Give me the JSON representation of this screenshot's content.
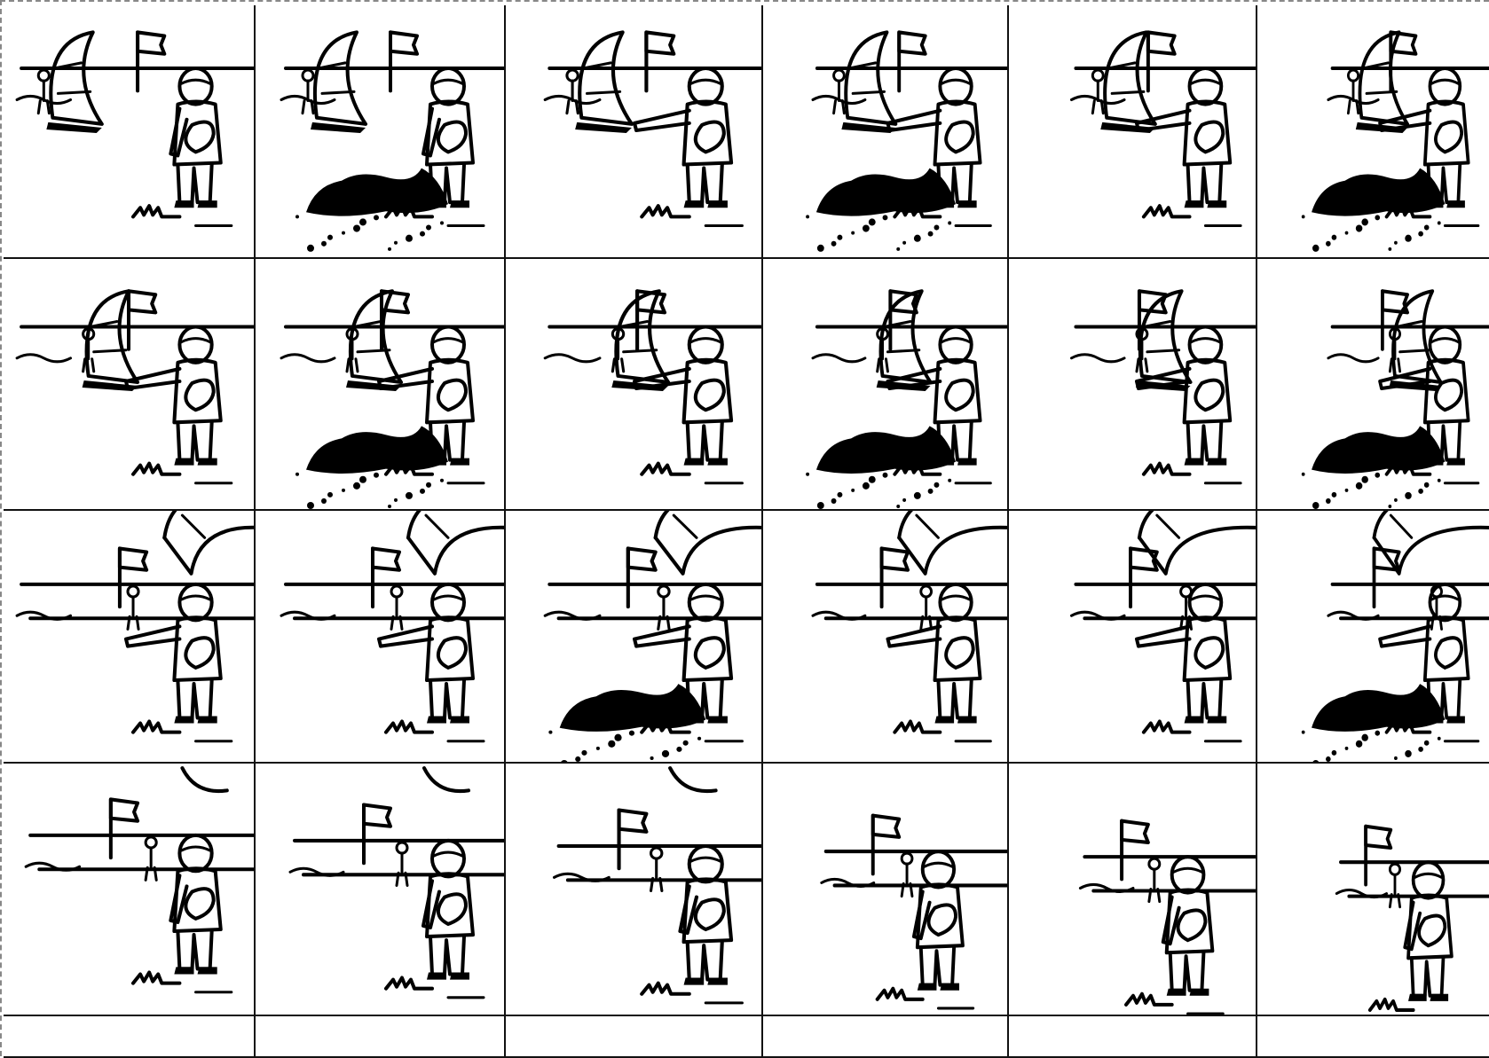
{
  "canvas": {
    "background": "#ffffff",
    "ink": "#000000",
    "border": "#888888"
  },
  "storyboard": {
    "rows": 5,
    "cols": 6,
    "frames": [
      {
        "row": 0,
        "col": 0,
        "kite": "sail",
        "flag": true,
        "bush": false,
        "arm": "down"
      },
      {
        "row": 0,
        "col": 1,
        "kite": "sail",
        "flag": true,
        "bush": true,
        "arm": "down"
      },
      {
        "row": 0,
        "col": 2,
        "kite": "sail",
        "flag": true,
        "bush": false,
        "arm": "out"
      },
      {
        "row": 0,
        "col": 3,
        "kite": "sail",
        "flag": true,
        "bush": true,
        "arm": "out"
      },
      {
        "row": 0,
        "col": 4,
        "kite": "sail",
        "flag": true,
        "bush": false,
        "arm": "out"
      },
      {
        "row": 0,
        "col": 5,
        "kite": "sail",
        "flag": true,
        "bush": true,
        "arm": "out"
      },
      {
        "row": 1,
        "col": 0,
        "kite": "sail",
        "flag": true,
        "bush": false,
        "arm": "out"
      },
      {
        "row": 1,
        "col": 1,
        "kite": "sail",
        "flag": true,
        "bush": true,
        "arm": "out"
      },
      {
        "row": 1,
        "col": 2,
        "kite": "sail",
        "flag": true,
        "bush": false,
        "arm": "out"
      },
      {
        "row": 1,
        "col": 3,
        "kite": "sail",
        "flag": true,
        "bush": true,
        "arm": "out"
      },
      {
        "row": 1,
        "col": 4,
        "kite": "sail",
        "flag": true,
        "bush": false,
        "arm": "out"
      },
      {
        "row": 1,
        "col": 5,
        "kite": "sail",
        "flag": true,
        "bush": true,
        "arm": "out"
      },
      {
        "row": 2,
        "col": 0,
        "kite": "arc",
        "flag": true,
        "bush": false,
        "arm": "out"
      },
      {
        "row": 2,
        "col": 1,
        "kite": "arc",
        "flag": true,
        "bush": false,
        "arm": "out"
      },
      {
        "row": 2,
        "col": 2,
        "kite": "arc",
        "flag": true,
        "bush": true,
        "arm": "out"
      },
      {
        "row": 2,
        "col": 3,
        "kite": "arc",
        "flag": true,
        "bush": false,
        "arm": "out"
      },
      {
        "row": 2,
        "col": 4,
        "kite": "arc",
        "flag": true,
        "bush": false,
        "arm": "out"
      },
      {
        "row": 2,
        "col": 5,
        "kite": "arc",
        "flag": true,
        "bush": true,
        "arm": "out"
      },
      {
        "row": 3,
        "col": 0,
        "kite": "small",
        "flag": true,
        "bush": false,
        "arm": "down"
      },
      {
        "row": 3,
        "col": 1,
        "kite": "small",
        "flag": true,
        "bush": false,
        "arm": "down"
      },
      {
        "row": 3,
        "col": 2,
        "kite": "small",
        "flag": true,
        "bush": false,
        "arm": "down"
      },
      {
        "row": 3,
        "col": 3,
        "kite": "none",
        "flag": true,
        "bush": false,
        "arm": "down"
      },
      {
        "row": 3,
        "col": 4,
        "kite": "none",
        "flag": true,
        "bush": false,
        "arm": "down"
      },
      {
        "row": 3,
        "col": 5,
        "kite": "none",
        "flag": true,
        "bush": false,
        "arm": "down"
      },
      {
        "row": 4,
        "col": 0,
        "kite": "empty"
      },
      {
        "row": 4,
        "col": 1,
        "kite": "empty"
      },
      {
        "row": 4,
        "col": 2,
        "kite": "empty"
      },
      {
        "row": 4,
        "col": 3,
        "kite": "empty"
      },
      {
        "row": 4,
        "col": 4,
        "kite": "empty"
      },
      {
        "row": 4,
        "col": 5,
        "kite": "empty"
      }
    ]
  }
}
